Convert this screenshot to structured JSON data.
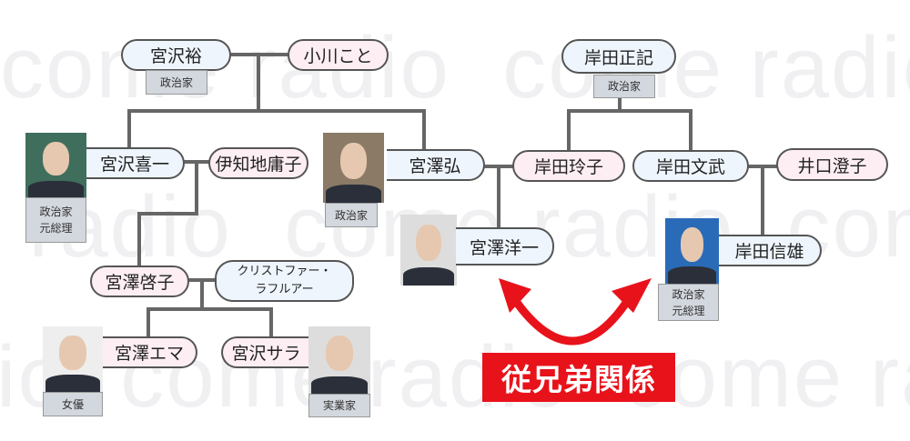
{
  "watermark": "come radio",
  "people": {
    "miyazawa_yutaka": {
      "name": "宮沢裕",
      "role": "政治家"
    },
    "ogawa_koto": {
      "name": "小川こと"
    },
    "miyazawa_kiichi": {
      "name": "宮沢喜一",
      "role1": "政治家",
      "role2": "元総理"
    },
    "ichiji_yoko": {
      "name": "伊知地庸子"
    },
    "miyazawa_hiroshi": {
      "name": "宮澤弘",
      "role": "政治家"
    },
    "kishida_reiko": {
      "name": "岸田玲子"
    },
    "miyazawa_yoichi": {
      "name": "宮澤洋一"
    },
    "kishida_masaki": {
      "name": "岸田正記",
      "role": "政治家"
    },
    "kishida_fumitake": {
      "name": "岸田文武"
    },
    "iguchi_sumiko": {
      "name": "井口澄子"
    },
    "kishida_fumio": {
      "name": "岸田信雄",
      "role1": "政治家",
      "role2": "元総理"
    },
    "miyazawa_keiko": {
      "name": "宮澤啓子"
    },
    "christopher": {
      "name1": "クリストファー・",
      "name2": "ラフルアー"
    },
    "miyazawa_emma": {
      "name": "宮澤エマ",
      "role": "女優"
    },
    "miyazawa_sara": {
      "name": "宮沢サラ",
      "role": "実業家"
    }
  },
  "relation_banner": "従兄弟関係",
  "colors": {
    "male": "#eef5fd",
    "female": "#fdeef3",
    "accent": "#e8121b",
    "line": "#666666"
  }
}
